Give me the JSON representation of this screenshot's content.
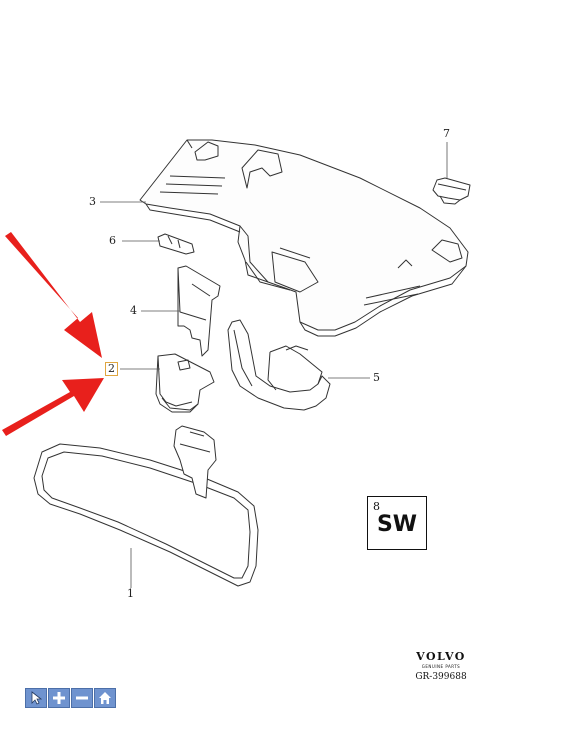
{
  "callouts": {
    "c1": "1",
    "c2": "2",
    "c3": "3",
    "c4": "4",
    "c5": "5",
    "c6": "6",
    "c7": "7"
  },
  "sw_badge": {
    "number": "8",
    "text": "SW"
  },
  "brand": {
    "name": "VOLVO",
    "subtitle": "GENUINE PARTS",
    "part_number": "GR-399688"
  },
  "toolbar": {
    "buttons": [
      {
        "icon": "cursor-icon"
      },
      {
        "icon": "plus-icon"
      },
      {
        "icon": "minus-icon"
      },
      {
        "icon": "home-icon"
      }
    ]
  },
  "colors": {
    "arrow": "#e8201c",
    "toolbar": "#6f93cf",
    "line": "#333333",
    "highlight": "#e0a640"
  }
}
